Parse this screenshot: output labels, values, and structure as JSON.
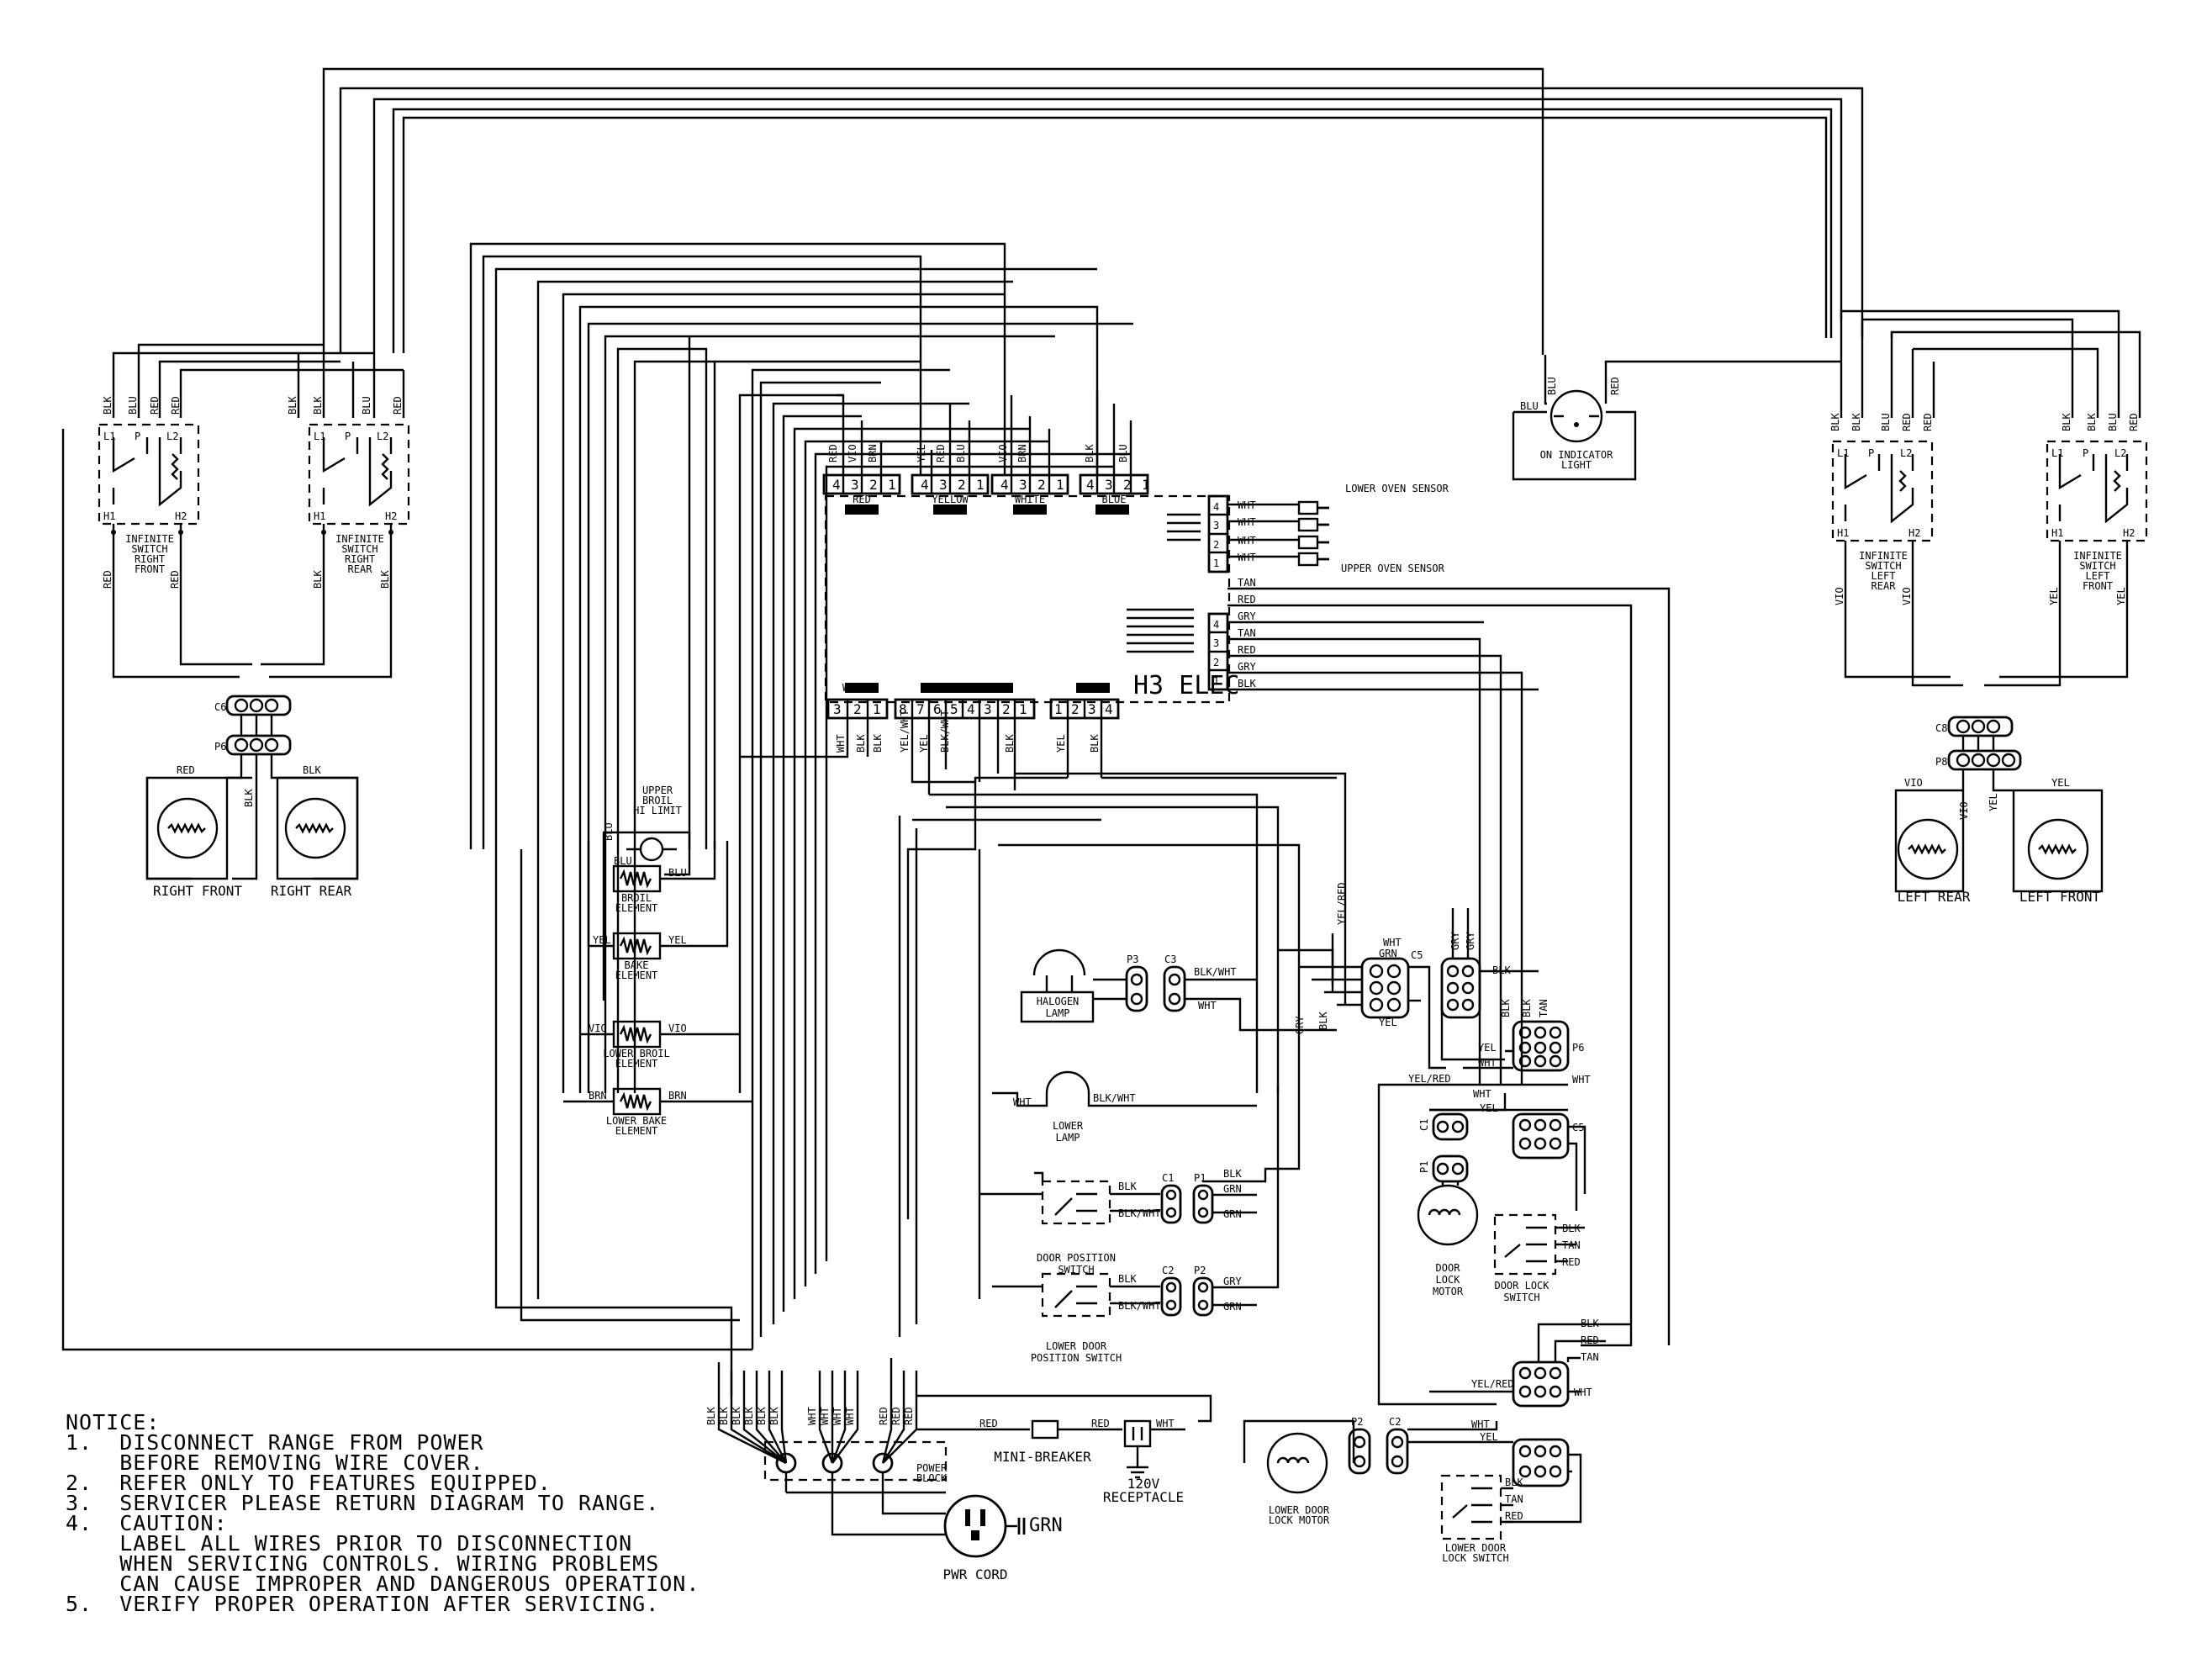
{
  "board": {
    "label": "H3 ELEC"
  },
  "connectors": {
    "top": [
      {
        "color": "RED",
        "pins": [
          "4",
          "3",
          "2",
          "1"
        ]
      },
      {
        "color": "YELLOW",
        "pins": [
          "4",
          "3",
          "2",
          "1"
        ]
      },
      {
        "color": "WHITE",
        "pins": [
          "4",
          "3",
          "2",
          "1"
        ]
      },
      {
        "color": "BLUE",
        "pins": [
          "4",
          "3",
          "2",
          "1"
        ]
      }
    ],
    "bottom": [
      {
        "color": "WHITE",
        "pins": [
          "3",
          "2",
          "1"
        ]
      },
      {
        "color": "WHITE",
        "pins": [
          "8",
          "7",
          "6",
          "5",
          "4",
          "3",
          "2",
          "1"
        ]
      },
      {
        "color": "BLACK",
        "pins": [
          "1",
          "2",
          "3",
          "4"
        ]
      }
    ]
  },
  "board_right_pins": {
    "upper": [
      "4",
      "3",
      "2",
      "1"
    ],
    "lower": [
      "4",
      "3",
      "2",
      "1"
    ]
  },
  "board_right_wires": {
    "upper": [
      "WHT",
      "WHT",
      "WHT",
      "WHT"
    ],
    "lower": [
      "TAN",
      "RED",
      "GRY",
      "TAN",
      "RED",
      "GRY",
      "BLK"
    ]
  },
  "sensors": [
    "LOWER OVEN SENSOR",
    "UPPER OVEN SENSOR"
  ],
  "switches": {
    "right_front": {
      "l1": "L1",
      "p": "P",
      "l2": "L2",
      "h1": "H1",
      "h2": "H2",
      "label": [
        "INFINITE",
        "SWITCH",
        "RIGHT",
        "FRONT"
      ]
    },
    "right_rear": {
      "l1": "L1",
      "p": "P",
      "l2": "L2",
      "h1": "H1",
      "h2": "H2",
      "label": [
        "INFINITE",
        "SWITCH",
        "RIGHT",
        "REAR"
      ]
    },
    "left_rear": {
      "l1": "L1",
      "p": "P",
      "l2": "L2",
      "h1": "H1",
      "h2": "H2",
      "label": [
        "INFINITE",
        "SWITCH",
        "LEFT",
        "REAR"
      ]
    },
    "left_front": {
      "l1": "L1",
      "p": "P",
      "l2": "L2",
      "h1": "H1",
      "h2": "H2",
      "label": [
        "INFINITE",
        "SWITCH",
        "LEFT",
        "FRONT"
      ]
    }
  },
  "switch_wires": {
    "right_front_top": [
      "BLK",
      "BLU",
      "RED",
      "RED"
    ],
    "right_rear_top": [
      "BLK",
      "BLK",
      "BLU",
      "RED"
    ],
    "left_rear_top": [
      "BLK",
      "BLK",
      "BLU",
      "RED",
      "RED"
    ],
    "left_front_top": [
      "BLK",
      "BLK",
      "BLU",
      "RED"
    ],
    "right_front_bottom": [
      "RED",
      "RED"
    ],
    "right_rear_bottom": [
      "BLK",
      "BLK"
    ],
    "left_rear_bottom": [
      "VIO",
      "VIO"
    ],
    "left_front_bottom": [
      "YEL",
      "YEL"
    ]
  },
  "elements": {
    "right_front": "RIGHT FRONT",
    "right_rear": "RIGHT REAR",
    "left_rear": "LEFT REAR",
    "left_front": "LEFT FRONT"
  },
  "element_wires": {
    "right": [
      "RED",
      "BLK",
      "BLK"
    ],
    "left": [
      "VIO",
      "VIO",
      "YEL",
      "YEL"
    ]
  },
  "terminal_blocks": {
    "right_top": "C6",
    "right_bottom": "P6",
    "left_top": "C8",
    "left_bottom": "P8"
  },
  "indicator": {
    "label": [
      "ON INDICATOR",
      "LIGHT"
    ],
    "wires": [
      "BLU",
      "RED",
      "BLU"
    ]
  },
  "oven_components": {
    "upper_broil_limit": [
      "UPPER",
      "BROIL",
      "HI LIMIT"
    ],
    "broil_element": [
      "BROIL",
      "ELEMENT"
    ],
    "bake_element": [
      "BAKE",
      "ELEMENT"
    ],
    "lower_broil_element": [
      "LOWER BROIL",
      "ELEMENT"
    ],
    "lower_bake_element": [
      "LOWER BAKE",
      "ELEMENT"
    ]
  },
  "oven_wires": {
    "blu": "BLU",
    "yel": "YEL",
    "vio": "VIO",
    "brn": "BRN"
  },
  "board_bottom_wires": [
    "WHT",
    "BLK",
    "BLK",
    "YEL/WHT",
    "YEL",
    "BLK/WHT",
    "BLK",
    "YEL",
    "BLK"
  ],
  "board_top_wires": [
    "RED",
    "VIO",
    "BRN",
    "YEL",
    "RED",
    "BLU",
    "VIO",
    "BRN",
    "BLK",
    "BLU"
  ],
  "halogen": {
    "label": [
      "HALOGEN",
      "LAMP"
    ],
    "p": "P3",
    "c": "C3",
    "wires": [
      "BLK/WHT",
      "WHT"
    ]
  },
  "lower_lamp": {
    "label": [
      "LOWER",
      "LAMP"
    ],
    "wires": [
      "WHT",
      "BLK/WHT"
    ]
  },
  "door_switches": {
    "door_position": {
      "label": [
        "DOOR POSITION",
        "SWITCH"
      ],
      "wires": [
        "BLK",
        "BLK/WHT",
        "BLK",
        "GRN",
        "GRN"
      ],
      "c": "C1",
      "p": "P1"
    },
    "lower_door_position": {
      "label": [
        "LOWER DOOR",
        "POSITION SWITCH"
      ],
      "wires": [
        "BLK",
        "BLK/WHT",
        "GRY",
        "GRN"
      ],
      "c": "C2",
      "p": "P2"
    }
  },
  "center_connectors": {
    "c5_wires": [
      "YEL/RED",
      "WHT",
      "GRN",
      "GRY",
      "BLK",
      "YEL"
    ],
    "c5": "C5"
  },
  "right_column": {
    "wires_top": [
      "GRY",
      "GRY",
      "BLK",
      "BLK",
      "BLK",
      "TAN",
      "WHT",
      "YEL",
      "WHT",
      "YEL/RED",
      "WHT",
      "YEL"
    ],
    "p6": "P6",
    "c5": "C5",
    "c1": "C1",
    "p1": "P1"
  },
  "door_lock": {
    "motor": [
      "DOOR",
      "LOCK",
      "MOTOR"
    ],
    "switch": [
      "DOOR LOCK",
      "SWITCH"
    ],
    "switch_wires": [
      "BLK",
      "TAN",
      "RED"
    ]
  },
  "lower_door_lock": {
    "motor": [
      "LOWER DOOR",
      "LOCK MOTOR"
    ],
    "switch": [
      "LOWER DOOR",
      "LOCK SWITCH"
    ],
    "wires": [
      "BLK",
      "RED",
      "TAN",
      "YEL/RED",
      "WHT",
      "WHT",
      "YEL",
      "BLK",
      "TAN",
      "RED"
    ],
    "p2": "P2",
    "c2": "C2"
  },
  "power": {
    "block_wires": [
      "BLK",
      "BLK",
      "BLK",
      "BLK",
      "BLK",
      "BLK",
      "WHT",
      "WHT",
      "WHT",
      "WHT",
      "RED",
      "RED",
      "RED"
    ],
    "block_label": [
      "POWER",
      "BLOCK"
    ],
    "breaker": "MINI-BREAKER",
    "breaker_wires": [
      "RED",
      "RED",
      "WHT"
    ],
    "receptacle": [
      "120V",
      "RECEPTACLE"
    ],
    "cord": "PWR CORD",
    "ground": "GRN"
  },
  "notice": {
    "title": "NOTICE:",
    "lines": [
      "1.  DISCONNECT RANGE FROM POWER",
      "    BEFORE REMOVING WIRE COVER.",
      "2.  REFER ONLY TO FEATURES EQUIPPED.",
      "3.  SERVICER PLEASE RETURN DIAGRAM TO RANGE.",
      "4.  CAUTION:",
      "    LABEL ALL WIRES PRIOR TO DISCONNECTION",
      "    WHEN SERVICING CONTROLS. WIRING PROBLEMS",
      "    CAN CAUSE IMPROPER AND DANGEROUS OPERATION.",
      "5.  VERIFY PROPER OPERATION AFTER SERVICING."
    ]
  }
}
